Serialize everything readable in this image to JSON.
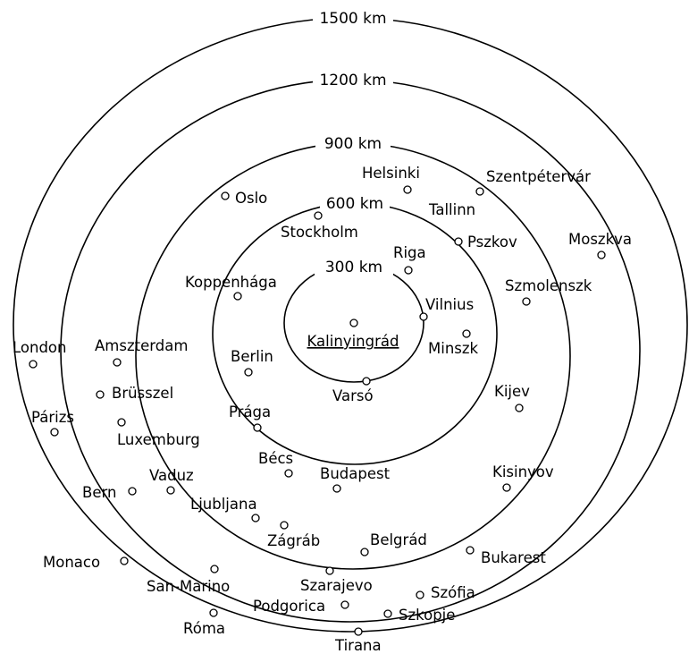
{
  "rings": [
    {
      "label": "300 km"
    },
    {
      "label": "600 km"
    },
    {
      "label": "900 km"
    },
    {
      "label": "1200 km"
    },
    {
      "label": "1500 km"
    }
  ],
  "center": {
    "name": "Kalinyingrád"
  },
  "cities": [
    {
      "id": "helsinki",
      "name": "Helsinki"
    },
    {
      "id": "szentpetervar",
      "name": "Szentpétervár"
    },
    {
      "id": "oslo",
      "name": "Oslo"
    },
    {
      "id": "tallinn",
      "name": "Tallinn"
    },
    {
      "id": "stockholm",
      "name": "Stockholm"
    },
    {
      "id": "pszkov",
      "name": "Pszkov"
    },
    {
      "id": "moszkva",
      "name": "Moszkva"
    },
    {
      "id": "riga",
      "name": "Riga"
    },
    {
      "id": "koppenhaga",
      "name": "Koppenhága"
    },
    {
      "id": "szmolenszk",
      "name": "Szmolenszk"
    },
    {
      "id": "vilnius",
      "name": "Vilnius"
    },
    {
      "id": "minszk",
      "name": "Minszk"
    },
    {
      "id": "london",
      "name": "London"
    },
    {
      "id": "amszterdam",
      "name": "Amszterdam"
    },
    {
      "id": "berlin",
      "name": "Berlin"
    },
    {
      "id": "varso",
      "name": "Varsó"
    },
    {
      "id": "brusszel",
      "name": "Brüsszel"
    },
    {
      "id": "kijev",
      "name": "Kijev"
    },
    {
      "id": "parizs",
      "name": "Párizs"
    },
    {
      "id": "praga",
      "name": "Prága"
    },
    {
      "id": "luxemburg",
      "name": "Luxemburg"
    },
    {
      "id": "becs",
      "name": "Bécs"
    },
    {
      "id": "budapest",
      "name": "Budapest"
    },
    {
      "id": "kisinyov",
      "name": "Kisinyov"
    },
    {
      "id": "vaduz",
      "name": "Vaduz"
    },
    {
      "id": "bern",
      "name": "Bern"
    },
    {
      "id": "ljubljana",
      "name": "Ljubljana"
    },
    {
      "id": "zagrab",
      "name": "Zágráb"
    },
    {
      "id": "belgrad",
      "name": "Belgrád"
    },
    {
      "id": "bukarest",
      "name": "Bukarest"
    },
    {
      "id": "monaco",
      "name": "Monaco"
    },
    {
      "id": "san-marino",
      "name": "San-Marino"
    },
    {
      "id": "szarajevo",
      "name": "Szarajevo"
    },
    {
      "id": "szofia",
      "name": "Szófia"
    },
    {
      "id": "podgorica",
      "name": "Podgorica"
    },
    {
      "id": "szkopje",
      "name": "Szkopje"
    },
    {
      "id": "roma",
      "name": "Róma"
    },
    {
      "id": "tirana",
      "name": "Tirana"
    }
  ]
}
